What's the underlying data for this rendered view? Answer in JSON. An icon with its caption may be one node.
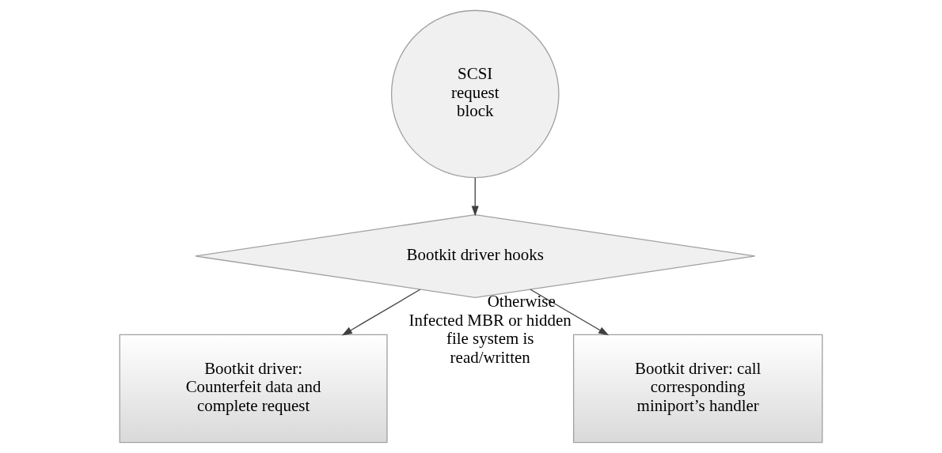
{
  "diagram": {
    "nodes": [
      {
        "text": [
          "SCSI request block"
        ]
      },
      {
        "text": [
          "Bootkit driver hooks"
        ]
      },
      {
        "text": [
          "Bootkit driver: Counterfeit data and complete request"
        ]
      },
      {
        "text": [
          "Bootkit driver: call corresponding miniport’s handler"
        ]
      }
    ],
    "edges": [
      {
        "from": 0,
        "to": 1,
        "arrow": "to"
      },
      {
        "from": 1,
        "to": 2,
        "arrow": "to",
        "label": "Infected MBR or hidden file system is read/written"
      },
      {
        "from": 1,
        "to": 3,
        "arrow": "to",
        "label": "Otherwise"
      }
    ]
  }
}
